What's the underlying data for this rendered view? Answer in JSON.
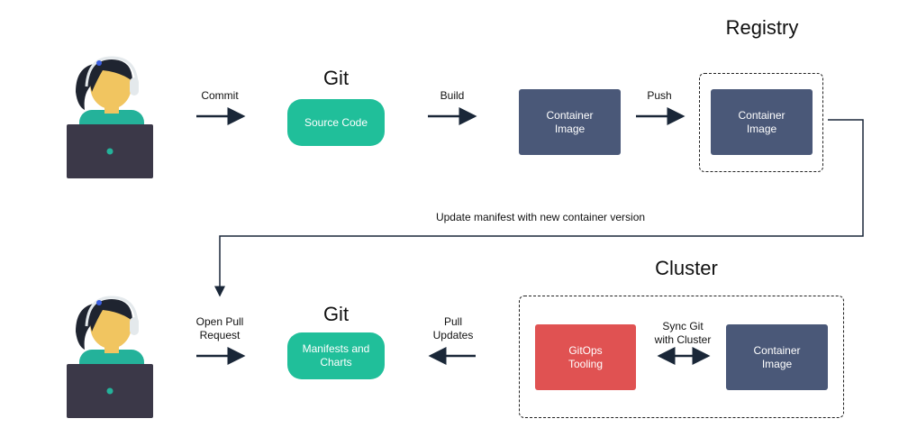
{
  "colors": {
    "green": "#20bf9a",
    "navy": "#4a5878",
    "red": "#e05252",
    "arrow": "#1a2738",
    "skin": "#f1c560",
    "hair": "#1f2430",
    "shirt": "#24b29a",
    "laptop": "#3b3848",
    "headset": "#e4e9ec",
    "accent": "#3b5ee0"
  },
  "top": {
    "git_title": "Git",
    "registry_title": "Registry",
    "commit_label": "Commit",
    "build_label": "Build",
    "push_label": "Push",
    "source_code": "Source Code",
    "container_image_1": "Container\nImage",
    "container_image_2": "Container\nImage"
  },
  "middle": {
    "update_label": "Update manifest with new container version"
  },
  "bottom": {
    "git_title": "Git",
    "cluster_title": "Cluster",
    "open_pr_label": "Open Pull\nRequest",
    "pull_updates_label": "Pull\nUpdates",
    "manifests": "Manifests and\nCharts",
    "gitops": "GitOps\nTooling",
    "sync_label": "Sync Git\nwith Cluster",
    "container_image": "Container\nImage"
  },
  "icons": [
    "developer-icon",
    "laptop-icon",
    "headset-icon",
    "arrow-right-icon",
    "arrow-left-icon",
    "double-arrow-icon"
  ]
}
